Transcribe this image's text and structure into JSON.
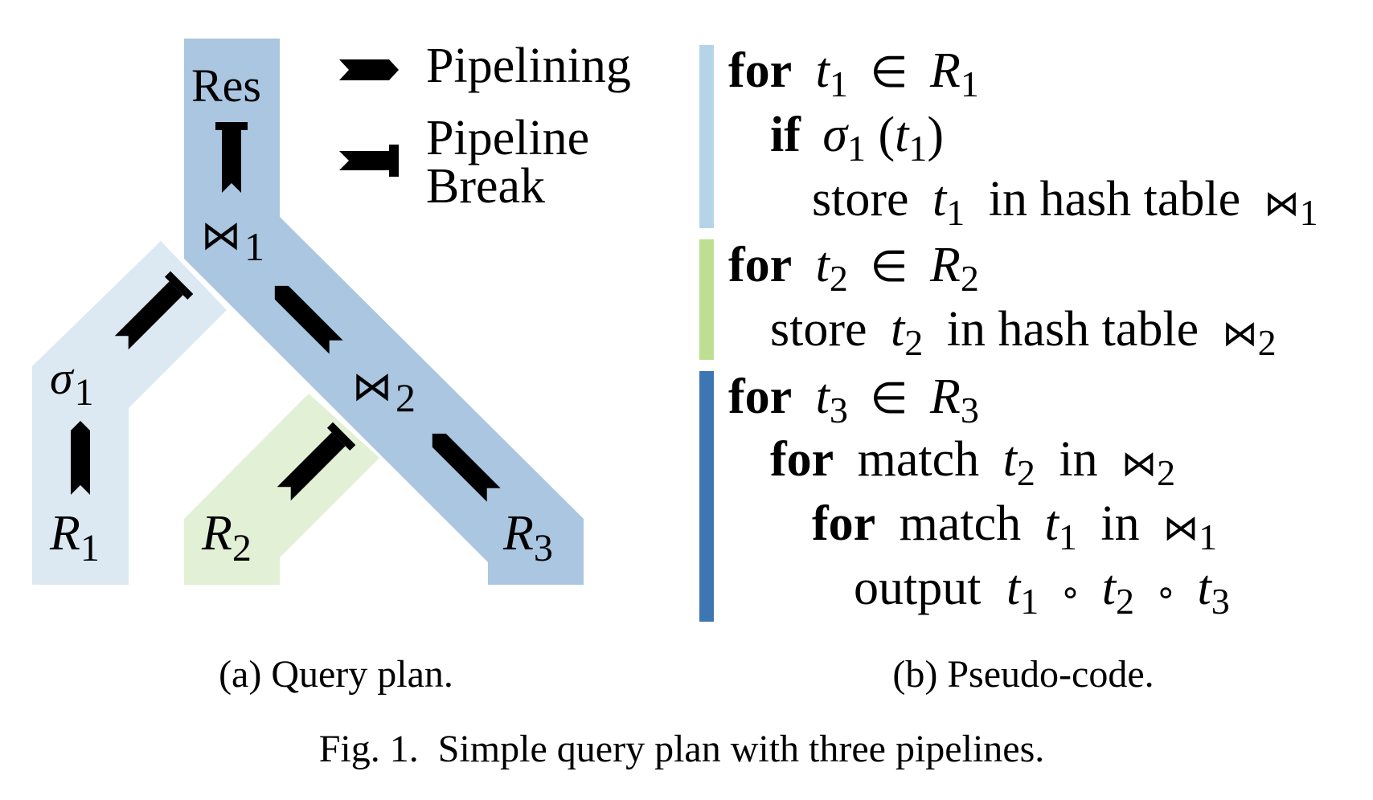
{
  "colors": {
    "pipeline_1": "#b7d3e7",
    "pipeline_main": "#aac6e0",
    "pipeline_2": "#bedf92",
    "pipeline_3": "#3e76b3",
    "pipeline_1_tree": "#dce9f3",
    "pipeline_2_tree": "#e2f0d6",
    "ink": "#000000"
  },
  "legend": {
    "pipelining": "Pipelining",
    "pipeline_break_line1": "Pipeline",
    "pipeline_break_line2": "Break"
  },
  "nodes": {
    "res": "Res",
    "join1_sym": "⋈",
    "join1_sub": "1",
    "join2_sym": "⋈",
    "join2_sub": "2",
    "sigma1_sym": "σ",
    "sigma1_sub": "1",
    "r1_sym": "R",
    "r1_sub": "1",
    "r2_sym": "R",
    "r2_sub": "2",
    "r3_sym": "R",
    "r3_sub": "3"
  },
  "code": {
    "kw_for": "for",
    "kw_if": "if",
    "in": "in",
    "elem": "∈",
    "join": "⋈",
    "compose": "∘",
    "store": "store",
    "in_hash_table": "in hash table",
    "match": "match",
    "output": "output",
    "t": "t",
    "R": "R",
    "sigma": "σ",
    "sub1": "1",
    "sub2": "2",
    "sub3": "3",
    "lparen": "(",
    "rparen": ")"
  },
  "captions": {
    "a": "(a) Query plan.",
    "b": "(b) Pseudo-code.",
    "fig": "Fig. 1.  Simple query plan with three pipelines."
  }
}
